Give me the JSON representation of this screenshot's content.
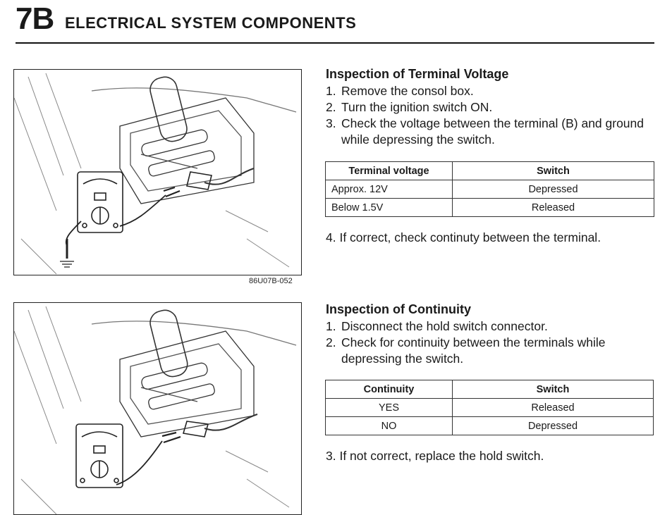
{
  "header": {
    "section_code": "7B",
    "title": "ELECTRICAL SYSTEM COMPONENTS"
  },
  "figures": [
    {
      "code": "86U07B-052"
    },
    {
      "code": ""
    }
  ],
  "terminal_voltage": {
    "heading": "Inspection of Terminal Voltage",
    "steps": [
      {
        "num": "1.",
        "text": "Remove the consol box."
      },
      {
        "num": "2.",
        "text": "Turn the ignition switch ON."
      },
      {
        "num": "3.",
        "text": "Check the voltage between the terminal (B) and ground while depressing the switch."
      }
    ],
    "table": {
      "headers": [
        "Terminal voltage",
        "Switch"
      ],
      "rows": [
        [
          "Approx. 12V",
          "Depressed"
        ],
        [
          "Below 1.5V",
          "Released"
        ]
      ]
    },
    "after": "4. If correct, check continuty between the terminal."
  },
  "continuity": {
    "heading": "Inspection of Continuity",
    "steps": [
      {
        "num": "1.",
        "text": "Disconnect the hold switch connector."
      },
      {
        "num": "2.",
        "text": "Check for continuity between the terminals while depressing the switch."
      }
    ],
    "table": {
      "headers": [
        "Continuity",
        "Switch"
      ],
      "rows": [
        [
          "YES",
          "Released"
        ],
        [
          "NO",
          "Depressed"
        ]
      ]
    },
    "after": "3. If not correct, replace the hold switch."
  }
}
